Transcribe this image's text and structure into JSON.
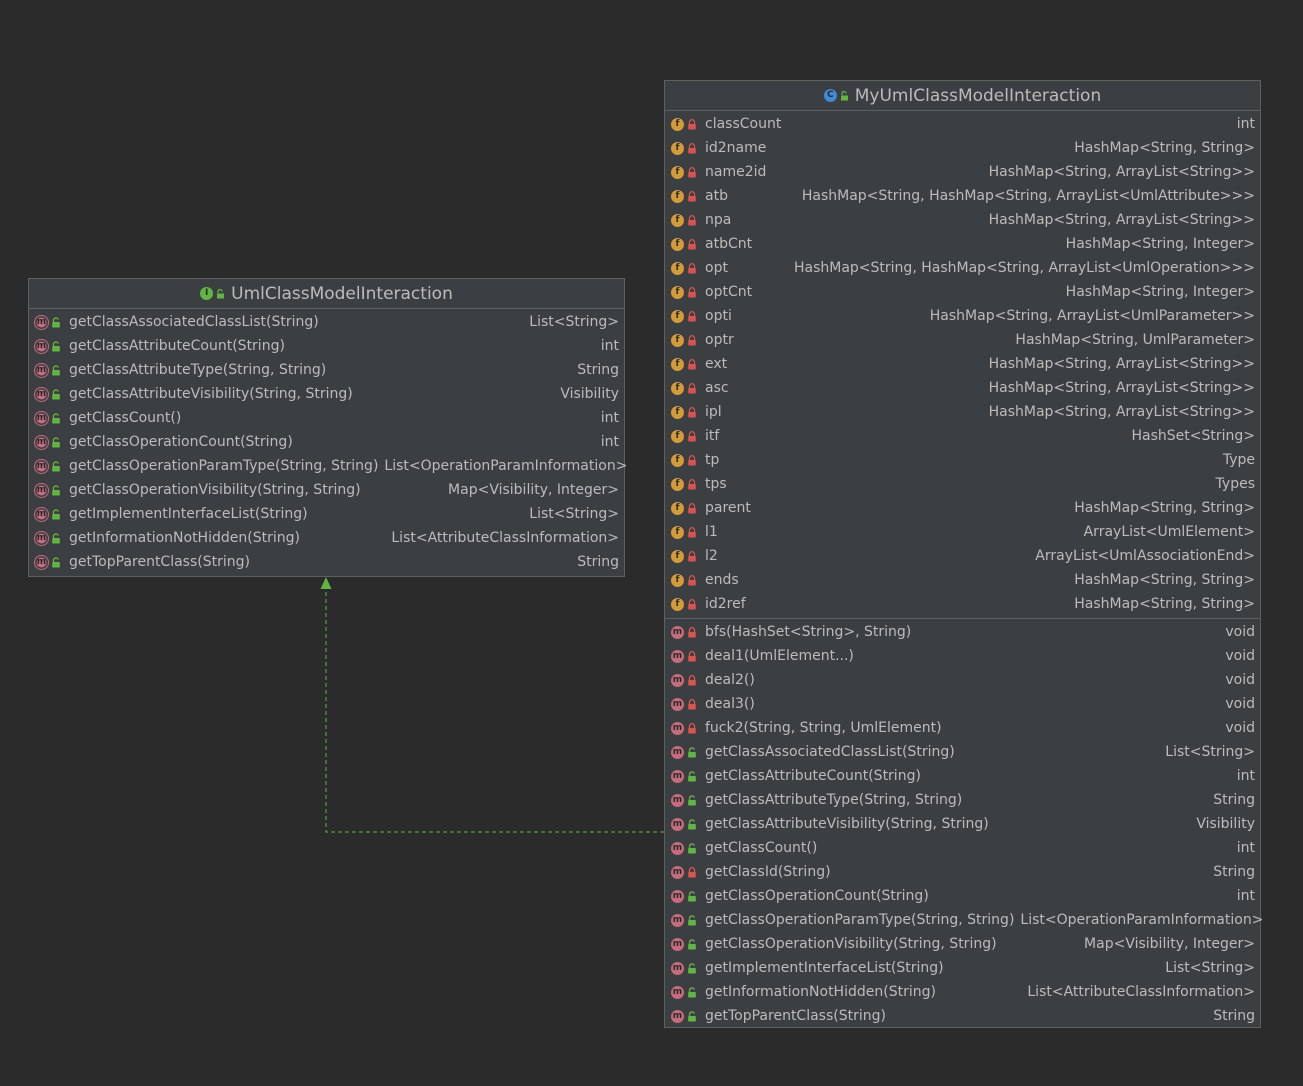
{
  "colors": {
    "background": "#2b2b2b",
    "box": "#3c3f41",
    "border": "#5e6060",
    "text": "#bbbbbb",
    "method_icon": "#c76c7f",
    "field_icon": "#d29b38",
    "interface_icon": "#62b543",
    "class_icon": "#3f8ad5",
    "private_lock": "#d9534f",
    "public_unlock": "#62b543",
    "relation_line": "#62b543"
  },
  "interface_box": {
    "kind_icon": "interface-icon",
    "title": "UmlClassModelInteraction",
    "methods": [
      {
        "name": "getClassAssociatedClassList(String)",
        "type": "List<String>",
        "visibility": "public"
      },
      {
        "name": "getClassAttributeCount(String)",
        "type": "int",
        "visibility": "public"
      },
      {
        "name": "getClassAttributeType(String, String)",
        "type": "String",
        "visibility": "public"
      },
      {
        "name": "getClassAttributeVisibility(String, String)",
        "type": "Visibility",
        "visibility": "public"
      },
      {
        "name": "getClassCount()",
        "type": "int",
        "visibility": "public"
      },
      {
        "name": "getClassOperationCount(String)",
        "type": "int",
        "visibility": "public"
      },
      {
        "name": "getClassOperationParamType(String, String)",
        "type": "List<OperationParamInformation>",
        "visibility": "public"
      },
      {
        "name": "getClassOperationVisibility(String, String)",
        "type": "Map<Visibility, Integer>",
        "visibility": "public"
      },
      {
        "name": "getImplementInterfaceList(String)",
        "type": "List<String>",
        "visibility": "public"
      },
      {
        "name": "getInformationNotHidden(String)",
        "type": "List<AttributeClassInformation>",
        "visibility": "public"
      },
      {
        "name": "getTopParentClass(String)",
        "type": "String",
        "visibility": "public"
      }
    ]
  },
  "class_box": {
    "kind_icon": "class-icon",
    "title": "MyUmlClassModelInteraction",
    "fields": [
      {
        "name": "classCount",
        "type": "int",
        "visibility": "private"
      },
      {
        "name": "id2name",
        "type": "HashMap<String, String>",
        "visibility": "private"
      },
      {
        "name": "name2id",
        "type": "HashMap<String, ArrayList<String>>",
        "visibility": "private"
      },
      {
        "name": "atb",
        "type": "HashMap<String, HashMap<String, ArrayList<UmlAttribute>>>",
        "visibility": "private"
      },
      {
        "name": "npa",
        "type": "HashMap<String, ArrayList<String>>",
        "visibility": "private"
      },
      {
        "name": "atbCnt",
        "type": "HashMap<String, Integer>",
        "visibility": "private"
      },
      {
        "name": "opt",
        "type": "HashMap<String, HashMap<String, ArrayList<UmlOperation>>>",
        "visibility": "private"
      },
      {
        "name": "optCnt",
        "type": "HashMap<String, Integer>",
        "visibility": "private"
      },
      {
        "name": "opti",
        "type": "HashMap<String, ArrayList<UmlParameter>>",
        "visibility": "private"
      },
      {
        "name": "optr",
        "type": "HashMap<String, UmlParameter>",
        "visibility": "private"
      },
      {
        "name": "ext",
        "type": "HashMap<String, ArrayList<String>>",
        "visibility": "private"
      },
      {
        "name": "asc",
        "type": "HashMap<String, ArrayList<String>>",
        "visibility": "private"
      },
      {
        "name": "ipl",
        "type": "HashMap<String, ArrayList<String>>",
        "visibility": "private"
      },
      {
        "name": "itf",
        "type": "HashSet<String>",
        "visibility": "private"
      },
      {
        "name": "tp",
        "type": "Type",
        "visibility": "private"
      },
      {
        "name": "tps",
        "type": "Types",
        "visibility": "private"
      },
      {
        "name": "parent",
        "type": "HashMap<String, String>",
        "visibility": "private"
      },
      {
        "name": "l1",
        "type": "ArrayList<UmlElement>",
        "visibility": "private"
      },
      {
        "name": "l2",
        "type": "ArrayList<UmlAssociationEnd>",
        "visibility": "private"
      },
      {
        "name": "ends",
        "type": "HashMap<String, String>",
        "visibility": "private"
      },
      {
        "name": "id2ref",
        "type": "HashMap<String, String>",
        "visibility": "private"
      }
    ],
    "methods": [
      {
        "name": "bfs(HashSet<String>, String)",
        "type": "void",
        "visibility": "private"
      },
      {
        "name": "deal1(UmlElement...)",
        "type": "void",
        "visibility": "private"
      },
      {
        "name": "deal2()",
        "type": "void",
        "visibility": "private"
      },
      {
        "name": "deal3()",
        "type": "void",
        "visibility": "private"
      },
      {
        "name": "fuck2(String, String, UmlElement)",
        "type": "void",
        "visibility": "private"
      },
      {
        "name": "getClassAssociatedClassList(String)",
        "type": "List<String>",
        "visibility": "public"
      },
      {
        "name": "getClassAttributeCount(String)",
        "type": "int",
        "visibility": "public"
      },
      {
        "name": "getClassAttributeType(String, String)",
        "type": "String",
        "visibility": "public"
      },
      {
        "name": "getClassAttributeVisibility(String, String)",
        "type": "Visibility",
        "visibility": "public"
      },
      {
        "name": "getClassCount()",
        "type": "int",
        "visibility": "public"
      },
      {
        "name": "getClassId(String)",
        "type": "String",
        "visibility": "private"
      },
      {
        "name": "getClassOperationCount(String)",
        "type": "int",
        "visibility": "public"
      },
      {
        "name": "getClassOperationParamType(String, String)",
        "type": "List<OperationParamInformation>",
        "visibility": "public"
      },
      {
        "name": "getClassOperationVisibility(String, String)",
        "type": "Map<Visibility, Integer>",
        "visibility": "public"
      },
      {
        "name": "getImplementInterfaceList(String)",
        "type": "List<String>",
        "visibility": "public"
      },
      {
        "name": "getInformationNotHidden(String)",
        "type": "List<AttributeClassInformation>",
        "visibility": "public"
      },
      {
        "name": "getTopParentClass(String)",
        "type": "String",
        "visibility": "public"
      }
    ]
  }
}
